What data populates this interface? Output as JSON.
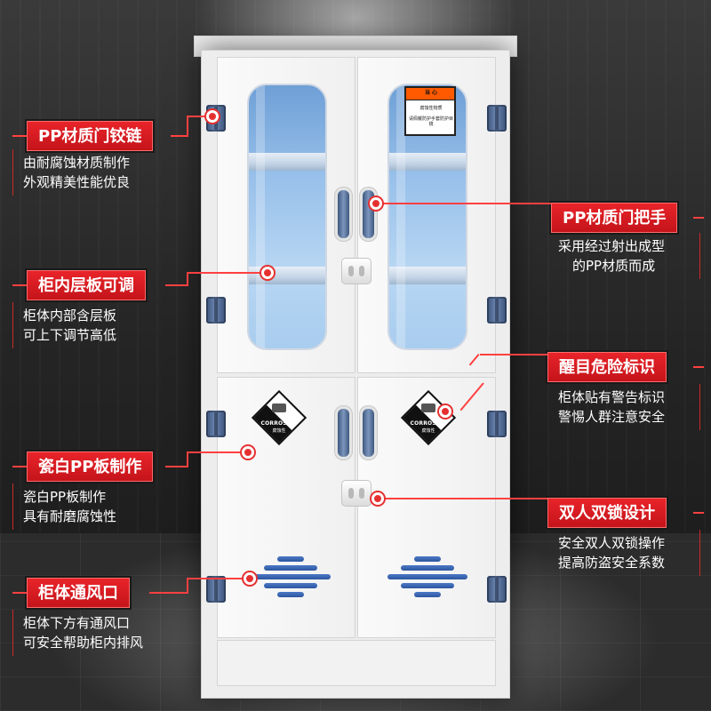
{
  "callouts": {
    "hinge": {
      "title": "PP材质门铰链",
      "line1": "由耐腐蚀材质制作",
      "line2": "外观精美性能优良"
    },
    "shelf": {
      "title": "柜内层板可调",
      "line1": "柜体内部含层板",
      "line2": "可上下调节高低"
    },
    "board": {
      "title": "瓷白PP板制作",
      "line1": "瓷白PP板制作",
      "line2": "具有耐磨腐蚀性"
    },
    "vent": {
      "title": "柜体通风口",
      "line1": "柜体下方有通风口",
      "line2": "可安全帮助柜内排风"
    },
    "handle": {
      "title": "PP材质门把手",
      "line1": "采用经过射出成型",
      "line2": "的PP材质而成"
    },
    "warning": {
      "title": "醒目危险标识",
      "line1": "柜体贴有警告标识",
      "line2": "警惕人群注意安全"
    },
    "lock": {
      "title": "双人双锁设计",
      "line1": "安全双人双锁操作",
      "line2": "提高防盗安全系数"
    }
  },
  "hazard_sign": {
    "label": "CORROSIVE",
    "sublabel": "腐蚀性"
  },
  "warning_label": {
    "header": "当 心",
    "line1": "腐蚀性物质",
    "line2": "请佩戴防护手套防护目镜"
  },
  "colors": {
    "accent_red": "#e01e24",
    "hinge_blue": "#4a6290",
    "glass_blue": "#98c0ea",
    "vent_blue": "#3a66b5"
  }
}
